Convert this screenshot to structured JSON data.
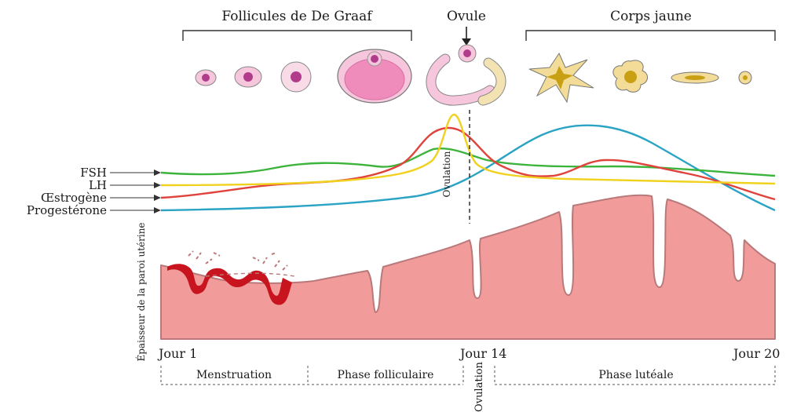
{
  "headers": {
    "follicles": "Follicules de De Graaf",
    "ovule": "Ovule",
    "corpus": "Corps jaune"
  },
  "hormones": {
    "fsh": {
      "label": "FSH",
      "color": "#3cb43c"
    },
    "lh": {
      "label": "LH",
      "color": "#f0d21e"
    },
    "estrogen": {
      "label": "Œstrogène",
      "color": "#e0423c"
    },
    "progesterone": {
      "label": "Progestérone",
      "color": "#2aa3c4"
    }
  },
  "ovulation_marker": "Ovulation",
  "wall_label": "Épaisseur de la paroi utérine",
  "days": {
    "day1": "Jour 1",
    "day14": "Jour 14",
    "day20": "Jour 20"
  },
  "phases": {
    "menstruation": "Menstruation",
    "follicular": "Phase folliculaire",
    "ovulation": "Ovulation",
    "luteal": "Phase lutéale"
  },
  "colors": {
    "tissue": "#f29b9b",
    "tissue_edge": "#b9797a",
    "blood": "#c8141e",
    "follicle": "#f6c6dc",
    "follicle_core": "#b23c8c",
    "corpus": "#f2dc98",
    "corpus_core": "#c9a014"
  }
}
